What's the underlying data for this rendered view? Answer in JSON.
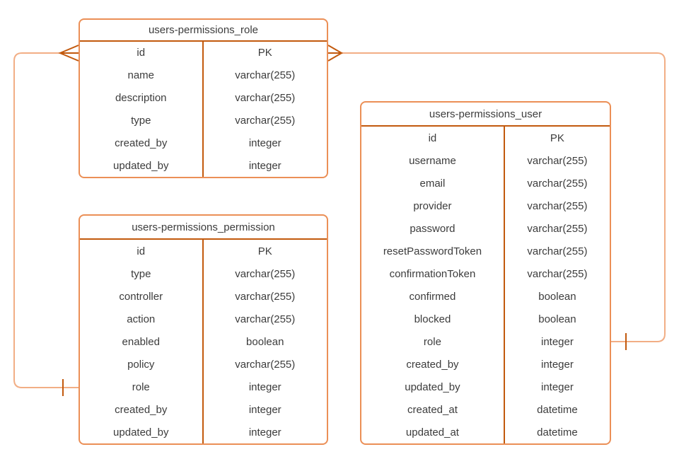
{
  "diagram": {
    "tables": [
      {
        "id": "role",
        "title": "users-permissions_role",
        "fields": [
          {
            "name": "id",
            "type": "PK"
          },
          {
            "name": "name",
            "type": "varchar(255)"
          },
          {
            "name": "description",
            "type": "varchar(255)"
          },
          {
            "name": "type",
            "type": "varchar(255)"
          },
          {
            "name": "created_by",
            "type": "integer"
          },
          {
            "name": "updated_by",
            "type": "integer"
          }
        ]
      },
      {
        "id": "permission",
        "title": "users-permissions_permission",
        "fields": [
          {
            "name": "id",
            "type": "PK"
          },
          {
            "name": "type",
            "type": "varchar(255)"
          },
          {
            "name": "controller",
            "type": "varchar(255)"
          },
          {
            "name": "action",
            "type": "varchar(255)"
          },
          {
            "name": "enabled",
            "type": "boolean"
          },
          {
            "name": "policy",
            "type": "varchar(255)"
          },
          {
            "name": "role",
            "type": "integer"
          },
          {
            "name": "created_by",
            "type": "integer"
          },
          {
            "name": "updated_by",
            "type": "integer"
          }
        ]
      },
      {
        "id": "user",
        "title": "users-permissions_user",
        "fields": [
          {
            "name": "id",
            "type": "PK"
          },
          {
            "name": "username",
            "type": "varchar(255)"
          },
          {
            "name": "email",
            "type": "varchar(255)"
          },
          {
            "name": "provider",
            "type": "varchar(255)"
          },
          {
            "name": "password",
            "type": "varchar(255)"
          },
          {
            "name": "resetPasswordToken",
            "type": "varchar(255)"
          },
          {
            "name": "confirmationToken",
            "type": "varchar(255)"
          },
          {
            "name": "confirmed",
            "type": "boolean"
          },
          {
            "name": "blocked",
            "type": "boolean"
          },
          {
            "name": "role",
            "type": "integer"
          },
          {
            "name": "created_by",
            "type": "integer"
          },
          {
            "name": "updated_by",
            "type": "integer"
          },
          {
            "name": "created_at",
            "type": "datetime"
          },
          {
            "name": "updated_at",
            "type": "datetime"
          }
        ]
      }
    ],
    "relationships": [
      {
        "from_table": "users-permissions_role",
        "from_field": "id",
        "from_marker": "many-crow-foot",
        "to_table": "users-permissions_permission",
        "to_field": "role",
        "to_marker": "one-tick"
      },
      {
        "from_table": "users-permissions_role",
        "from_field": "id",
        "from_marker": "many-crow-foot",
        "to_table": "users-permissions_user",
        "to_field": "role",
        "to_marker": "one-tick"
      }
    ],
    "colors": {
      "table_border": "#EB8F56",
      "divider": "#C2590D",
      "connector": "#F2AE85",
      "connector_marker": "#C2590D",
      "text": "#3C3C3C",
      "background": "#FFFFFF"
    }
  }
}
